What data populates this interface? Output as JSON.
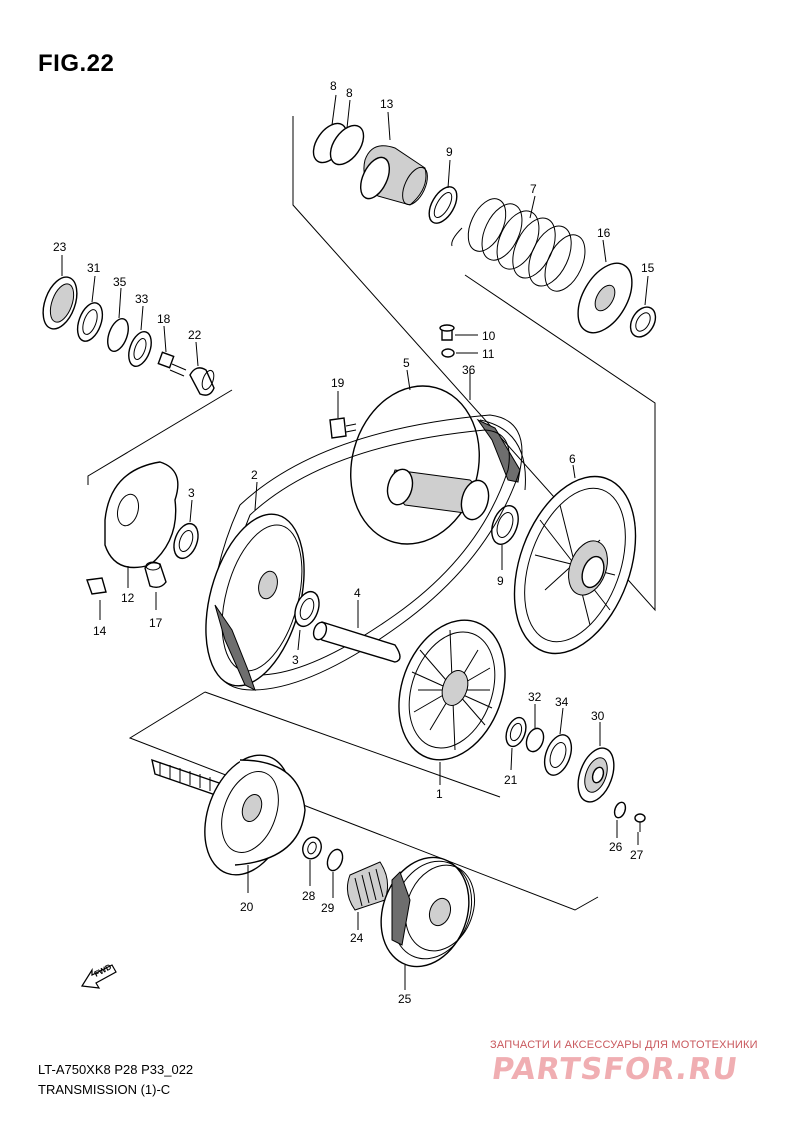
{
  "figure": {
    "title": "FIG.22"
  },
  "footer": {
    "model_code": "LT-A750XK8 P28 P33_022",
    "section_title": "TRANSMISSION (1)-C"
  },
  "fwd_arrow": {
    "label": "FWD"
  },
  "watermark": {
    "tagline": "ЗАПЧАСТИ И АКСЕССУАРЫ ДЛЯ МОТОТЕХНИКИ",
    "logo": "PARTSFOR.RU"
  },
  "callouts": [
    "8",
    "8",
    "13",
    "9",
    "7",
    "16",
    "15",
    "23",
    "31",
    "35",
    "33",
    "18",
    "22",
    "10",
    "11",
    "19",
    "5",
    "36",
    "6",
    "2",
    "3",
    "12",
    "14",
    "17",
    "3",
    "4",
    "9",
    "1",
    "32",
    "34",
    "30",
    "21",
    "26",
    "27",
    "20",
    "28",
    "29",
    "24",
    "25"
  ]
}
